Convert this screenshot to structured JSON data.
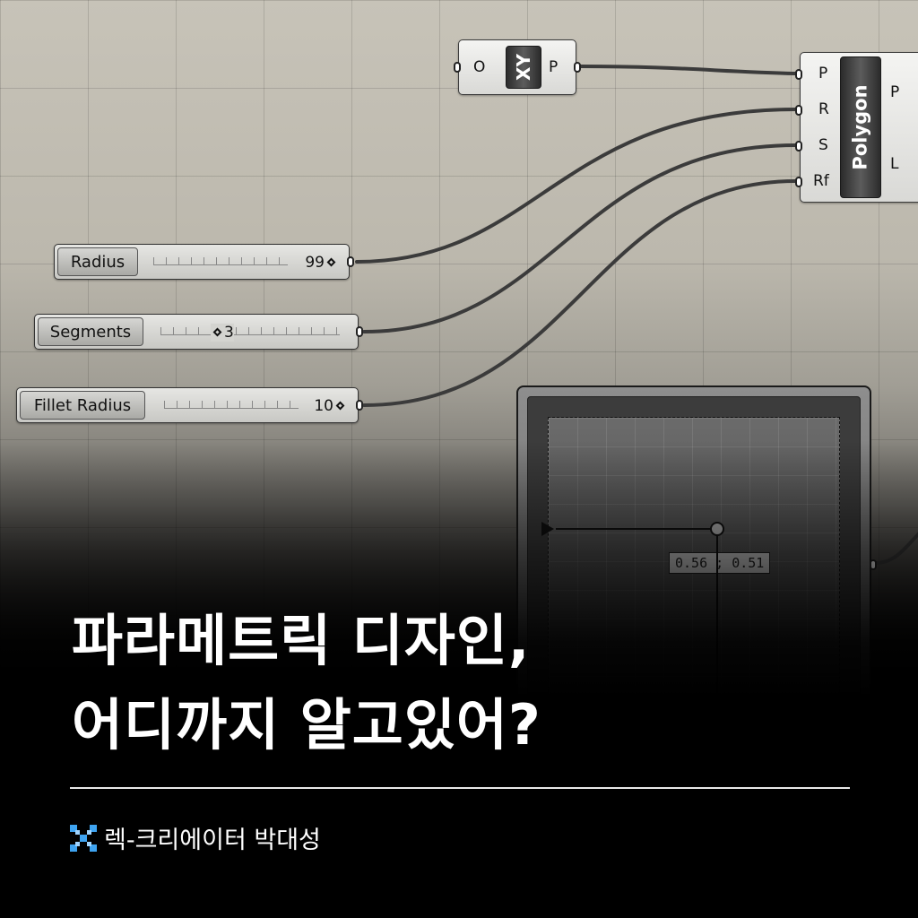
{
  "canvas": {
    "xy_plane": {
      "label": "XY",
      "input": "O",
      "output": "P"
    },
    "polygon": {
      "label": "Polygon",
      "inputs": [
        "P",
        "R",
        "S",
        "Rf"
      ],
      "outputs": [
        "P",
        "L"
      ]
    },
    "sliders": [
      {
        "label": "Radius",
        "value": "99",
        "position": 1.0
      },
      {
        "label": "Segments",
        "value": "3",
        "position": 0.3
      },
      {
        "label": "Fillet Radius",
        "value": "10",
        "position": 1.0
      }
    ],
    "graph": {
      "coordinate": "0.56 ; 0.51"
    }
  },
  "headline": {
    "line1": "파라메트릭 디자인,",
    "line2": "어디까지 알고있어?"
  },
  "byline": {
    "text": "렉-크리에이터 박대성"
  },
  "colors": {
    "wire": "#3b3b3b",
    "logo_blue": "#3ea3f0",
    "text": "#ffffff"
  }
}
